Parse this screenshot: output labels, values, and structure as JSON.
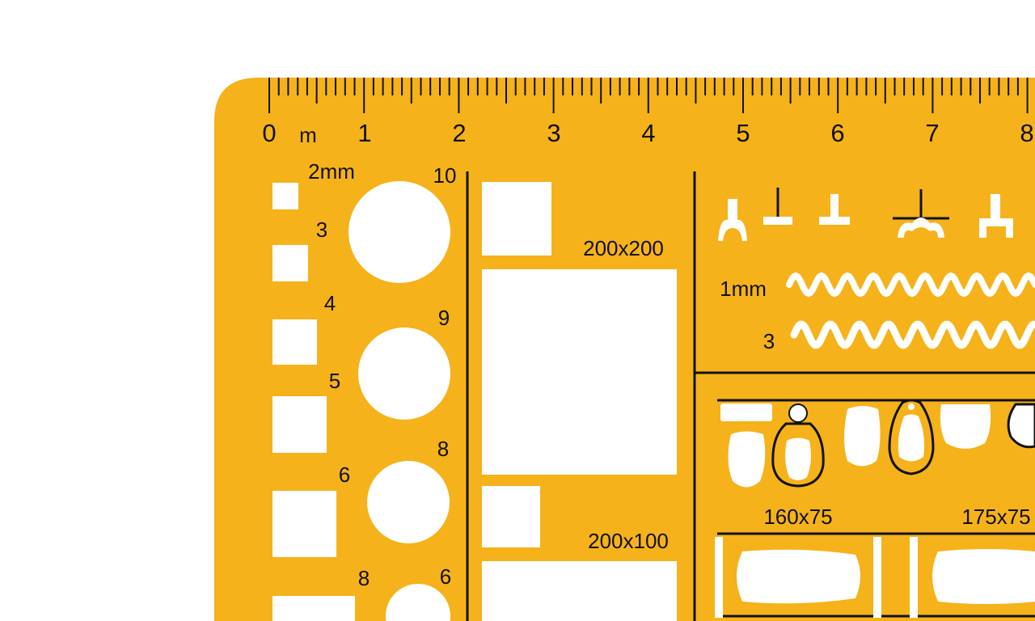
{
  "colors": {
    "stencil": "#F5B21A",
    "cutout": "#ffffff",
    "ink": "#111111"
  },
  "ruler": {
    "numbers": [
      "0",
      "1",
      "2",
      "3",
      "4",
      "5",
      "6",
      "7",
      "8"
    ],
    "unit": "m"
  },
  "squares": {
    "labels": [
      "2mm",
      "3",
      "4",
      "5",
      "6",
      "8"
    ]
  },
  "circles": {
    "labels": [
      "10",
      "9",
      "8",
      "6"
    ]
  },
  "furniture": {
    "label_a": "200x200",
    "label_b": "200x100"
  },
  "symbols": {
    "wave_label_1": "1mm",
    "wave_label_2": "3"
  },
  "fixtures": {
    "label_a": "160x75",
    "label_b": "175x75"
  }
}
